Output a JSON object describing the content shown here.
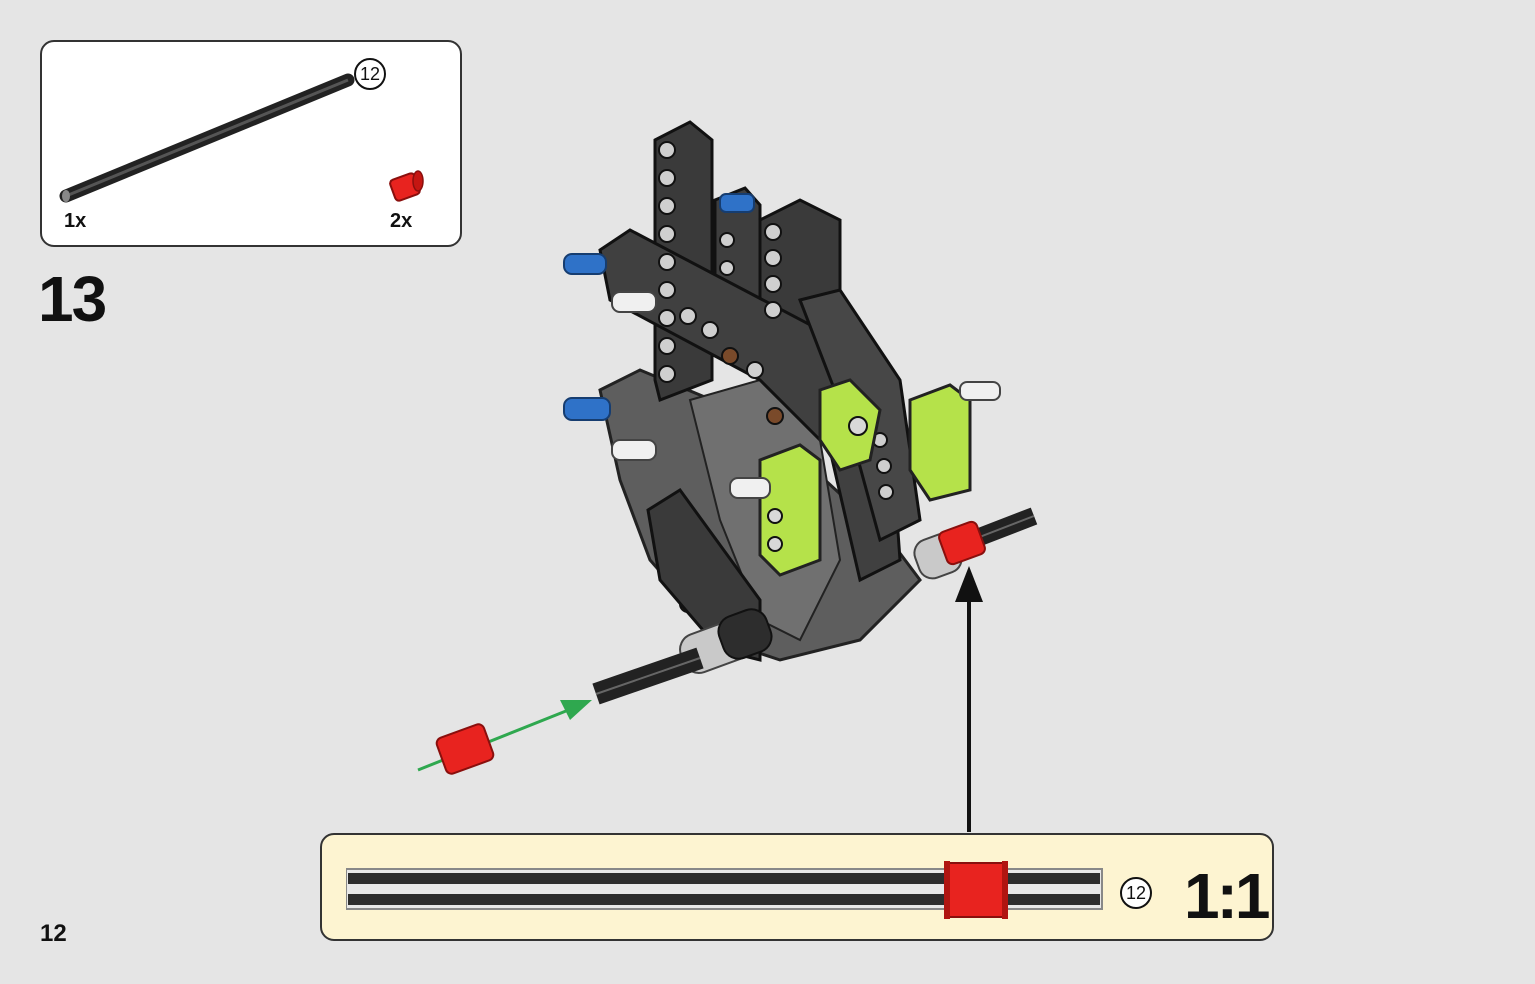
{
  "parts_list": {
    "items": [
      {
        "part": "axle-12",
        "qty": "1x",
        "length_label": "12"
      },
      {
        "part": "bush-red",
        "qty": "2x"
      }
    ]
  },
  "step": {
    "number": "13"
  },
  "scale_callout": {
    "length_label": "12",
    "scale": "1:1"
  },
  "page": {
    "number": "12"
  },
  "colors": {
    "background": "#e5e5e5",
    "callout_bg": "#fdf4d1",
    "bush": "#e8231f",
    "lime": "#b5e24a",
    "blue": "#2f72c8",
    "arrow": "#2fa84f"
  }
}
